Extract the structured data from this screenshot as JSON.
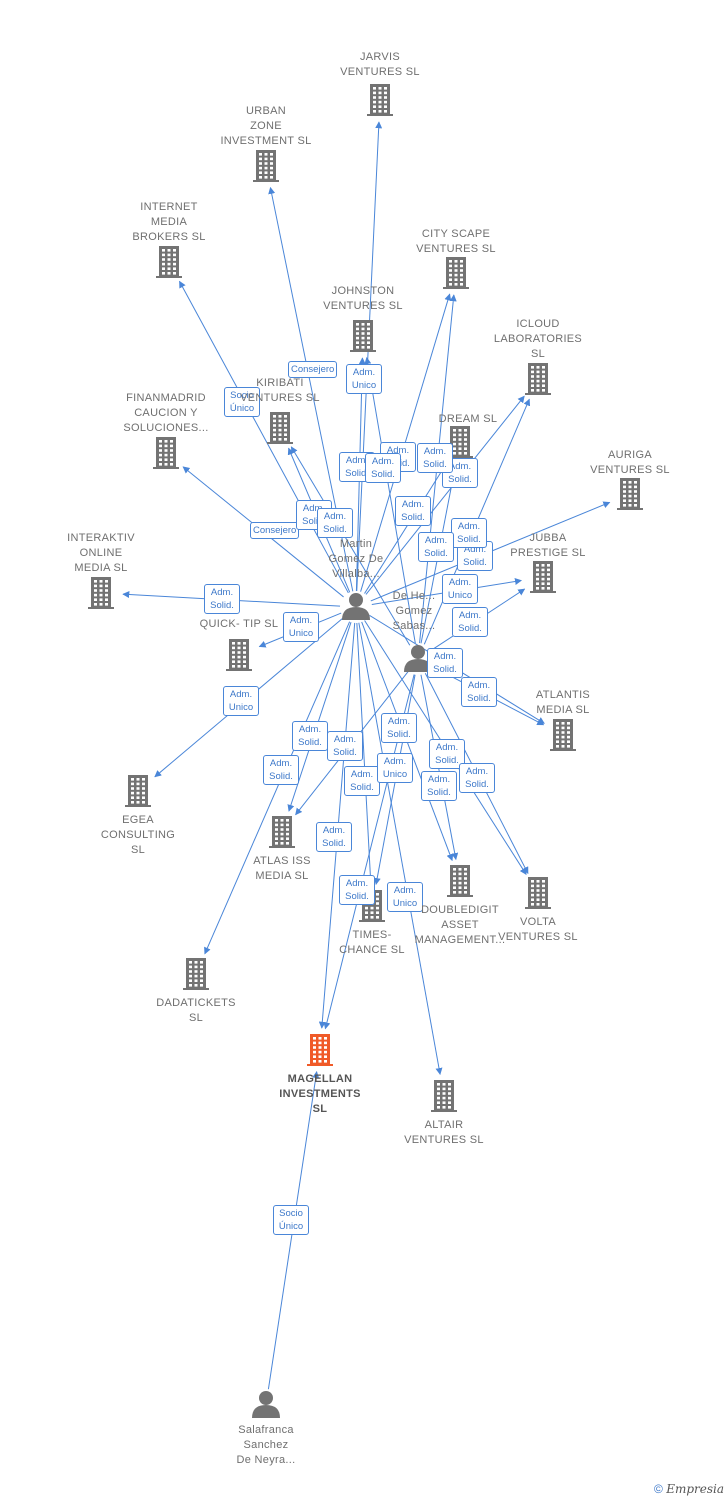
{
  "colors": {
    "edge": "#4a86d8",
    "node": "#737373",
    "highlight": "#f05a28"
  },
  "companies": [
    {
      "id": "jarvis",
      "label": "JARVIS\nVENTURES  SL"
    },
    {
      "id": "urban",
      "label": "URBAN\nZONE\nINVESTMENT SL"
    },
    {
      "id": "internet",
      "label": "INTERNET\nMEDIA\nBROKERS SL"
    },
    {
      "id": "cityscape",
      "label": "CITY SCAPE\nVENTURES  SL"
    },
    {
      "id": "johnston",
      "label": "JOHNSTON\nVENTURES  SL"
    },
    {
      "id": "icloud",
      "label": "ICLOUD\nLABORATORIES\nSL"
    },
    {
      "id": "finanmadrid",
      "label": "FINANMADRID\nCAUCION Y\nSOLUCIONES..."
    },
    {
      "id": "kiribati",
      "label": "KIRIBATI\nVENTURES  SL"
    },
    {
      "id": "dream",
      "label": "DREAM  SL"
    },
    {
      "id": "auriga",
      "label": "AURIGA\nVENTURES  SL"
    },
    {
      "id": "interaktiv",
      "label": "INTERAKTIV\nONLINE\nMEDIA SL"
    },
    {
      "id": "jubba",
      "label": "JUBBA\nPRESTIGE  SL"
    },
    {
      "id": "quicktip",
      "label": "QUICK- TIP  SL"
    },
    {
      "id": "atlantis",
      "label": "ATLANTIS\nMEDIA  SL"
    },
    {
      "id": "egea",
      "label": "EGEA\nCONSULTING\nSL"
    },
    {
      "id": "atlasiss",
      "label": "ATLAS ISS\nMEDIA  SL"
    },
    {
      "id": "doubledigit",
      "label": "DOUBLEDIGIT\nASSET\nMANAGEMENT..."
    },
    {
      "id": "volta",
      "label": "VOLTA\nVENTURES  SL"
    },
    {
      "id": "timeschance",
      "label": "TIMES-\nCHANCE  SL"
    },
    {
      "id": "dadatickets",
      "label": "DADATICKETS\nSL"
    },
    {
      "id": "magellan",
      "label": "MAGELLAN\nINVESTMENTS\nSL",
      "main": true
    },
    {
      "id": "altair",
      "label": "ALTAIR\nVENTURES  SL"
    }
  ],
  "people": [
    {
      "id": "p_martin",
      "label": "Martin\nGomez De\nVillalba..."
    },
    {
      "id": "p_dehe",
      "label": "De He...\nGomez\nSabas..."
    },
    {
      "id": "p_salafranca",
      "label": "Salafranca\nSanchez\nDe Neyra..."
    }
  ],
  "edges": [
    {
      "from": "p_martin",
      "to": "jarvis",
      "label": "Adm.\nUnico"
    },
    {
      "from": "p_martin",
      "to": "urban",
      "label": "Consejero"
    },
    {
      "from": "p_martin",
      "to": "internet",
      "label": "Socio\nÚnico"
    },
    {
      "from": "p_martin",
      "to": "cityscape",
      "label": "Adm.\nSolid."
    },
    {
      "from": "p_martin",
      "to": "johnston",
      "label": "Adm.\nSolid."
    },
    {
      "from": "p_martin",
      "to": "icloud",
      "label": "Adm.\nSolid."
    },
    {
      "from": "p_martin",
      "to": "finanmadrid",
      "label": "Consejero"
    },
    {
      "from": "p_martin",
      "to": "kiribati",
      "label": "Adm.\nSolid."
    },
    {
      "from": "p_martin",
      "to": "dream",
      "label": "Adm.\nSolid."
    },
    {
      "from": "p_martin",
      "to": "auriga",
      "label": "Adm.\nSolid."
    },
    {
      "from": "p_martin",
      "to": "interaktiv",
      "label": "Adm.\nSolid."
    },
    {
      "from": "p_martin",
      "to": "jubba",
      "label": "Adm.\nUnico"
    },
    {
      "from": "p_martin",
      "to": "quicktip",
      "label": "Adm.\nUnico"
    },
    {
      "from": "p_martin",
      "to": "egea",
      "label": "Adm.\nUnico"
    },
    {
      "from": "p_martin",
      "to": "atlasiss",
      "label": "Adm.\nSolid."
    },
    {
      "from": "p_martin",
      "to": "dadatickets",
      "label": "Adm.\nSolid."
    },
    {
      "from": "p_martin",
      "to": "magellan",
      "label": "Adm.\nSolid."
    },
    {
      "from": "p_martin",
      "to": "timeschance",
      "label": "Adm.\nSolid."
    },
    {
      "from": "p_martin",
      "to": "doubledigit",
      "label": "Adm.\nSolid."
    },
    {
      "from": "p_martin",
      "to": "volta",
      "label": "Adm.\nSolid."
    },
    {
      "from": "p_martin",
      "to": "altair",
      "label": "Adm.\nUnico"
    },
    {
      "from": "p_martin",
      "to": "atlantis",
      "label": "Adm.\nSolid."
    },
    {
      "from": "p_dehe",
      "to": "cityscape",
      "label": "Adm.\nSolid."
    },
    {
      "from": "p_dehe",
      "to": "johnston",
      "label": "Adm.\nSolid."
    },
    {
      "from": "p_dehe",
      "to": "icloud",
      "label": "Adm.\nSolid."
    },
    {
      "from": "p_dehe",
      "to": "dream",
      "label": "Adm.\nSolid."
    },
    {
      "from": "p_dehe",
      "to": "kiribati",
      "label": "Adm.\nSolid."
    },
    {
      "from": "p_dehe",
      "to": "atlantis",
      "label": "Adm.\nSolid."
    },
    {
      "from": "p_dehe",
      "to": "volta",
      "label": "Adm.\nSolid."
    },
    {
      "from": "p_dehe",
      "to": "doubledigit",
      "label": "Adm.\nSolid."
    },
    {
      "from": "p_dehe",
      "to": "timeschance",
      "label": "Adm.\nUnico"
    },
    {
      "from": "p_dehe",
      "to": "atlasiss",
      "label": "Adm.\nSolid."
    },
    {
      "from": "p_dehe",
      "to": "magellan",
      "label": "Adm.\nSolid."
    },
    {
      "from": "p_dehe",
      "to": "jubba",
      "label": "Adm.\nSolid."
    },
    {
      "from": "p_salafranca",
      "to": "magellan",
      "label": "Socio\nÚnico"
    }
  ],
  "footer": {
    "copyright": "©",
    "brand": "Empresia"
  }
}
